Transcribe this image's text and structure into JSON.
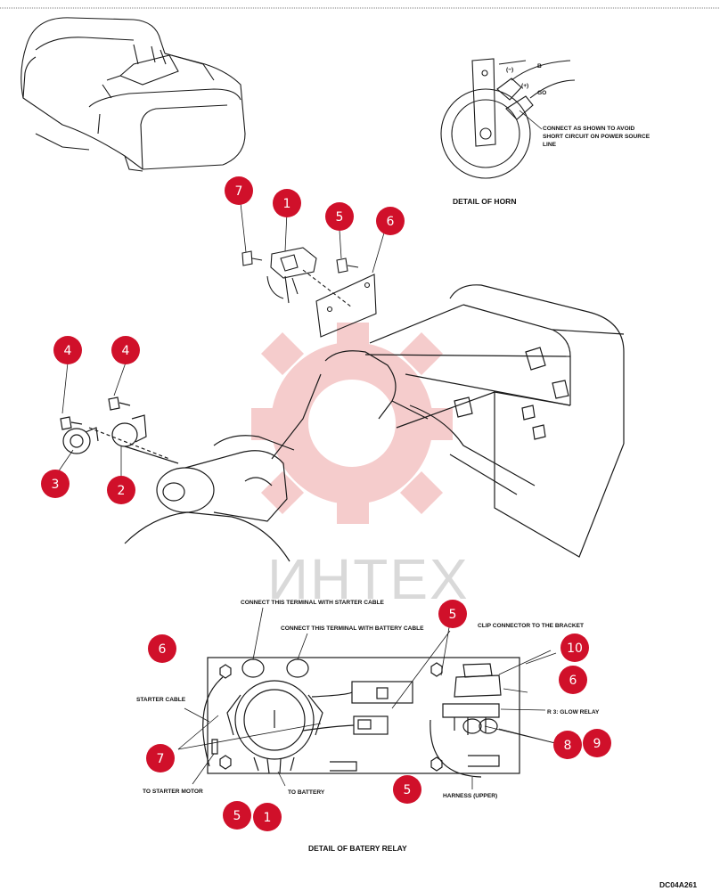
{
  "watermark": "ИНТЕХ",
  "captions": {
    "detail_horn": "DETAIL OF HORN",
    "detail_relay": "DETAIL OF BATERY RELAY",
    "drawing_code": "DC04A261"
  },
  "horn_labels": {
    "minus": "(−)",
    "b": "B",
    "plus": "(+)",
    "go": "GO",
    "note_line1": "CONNECT AS SHOWN TO AVOID",
    "note_line2": "SHORT CIRCUIT ON POWER SOURCE",
    "note_line3": "LINE"
  },
  "relay_labels": {
    "starter_terminal": "CONNECT THIS TERMINAL WITH STARTER CABLE",
    "battery_terminal": "CONNECT THIS TERMINAL WITH BATTERY CABLE",
    "clip_connector": "CLIP CONNECTOR TO THE BRACKET",
    "starter_cable": "STARTER CABLE",
    "glow_relay": "R 3: GLOW RELAY",
    "to_starter_motor": "TO STARTER MOTOR",
    "to_battery": "TO BATTERY",
    "harness": "HARNESS (UPPER)"
  },
  "callouts": {
    "c7a": "7",
    "c1a": "1",
    "c5a": "5",
    "c6a": "6",
    "c4a": "4",
    "c4b": "4",
    "c3": "3",
    "c2": "2",
    "c5b": "5",
    "c6b": "6",
    "c10": "10",
    "c6c": "6",
    "c7b": "7",
    "c8": "8",
    "c9": "9",
    "c5c": "5",
    "c5d": "5",
    "c1b": "1"
  },
  "colors": {
    "callout": "#d0102a",
    "watermark_gear": "#f4c4c4",
    "line": "#1a1a1a"
  }
}
